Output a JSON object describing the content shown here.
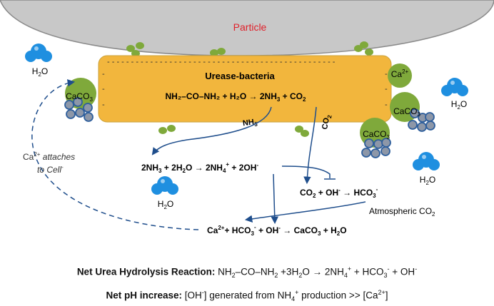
{
  "particle": {
    "label": "Particle"
  },
  "bacteria": {
    "label": "Urease-bacteria"
  },
  "main_reaction": {
    "lhs": "NH₂–CO–NH₂ + H₂O → 2NH",
    "lhs_sub": "3",
    "rhs": " + CO",
    "rhs_sub": "2"
  },
  "labels": {
    "nh3": "NH",
    "nh3_sub": "3",
    "co2": "CO",
    "co2_sub": "2",
    "h2o": "H",
    "h2o_sub": "2",
    "h2o_end": "O",
    "ca2": "Ca",
    "ca2_sup": "2+",
    "caco3": "CaCO",
    "caco3_sub": "3",
    "attach_1": "Ca",
    "attach_1_sup": "2+",
    "attach_1_end": " attaches",
    "attach_2": "to Cell",
    "attach_2_sup": "-",
    "atm": "Atmospheric CO",
    "atm_sub": "2"
  },
  "equations": {
    "eq1_a": "2NH",
    "eq1_a_sub": "3",
    "eq1_b": " + 2H",
    "eq1_b_sub": "2",
    "eq1_c": "O → 2NH",
    "eq1_c_sub": "4",
    "eq1_c_sup": "+",
    "eq1_d": " + 2OH",
    "eq1_d_sup": "-",
    "eq2_a": "CO",
    "eq2_a_sub": "2",
    "eq2_b": " + OH",
    "eq2_b_sup": "-",
    "eq2_c": " → HCO",
    "eq2_c_sub": "3",
    "eq2_c_sup": "-",
    "eq3_a": "Ca",
    "eq3_a_sup": "2+",
    "eq3_b": "+ HCO",
    "eq3_b_sub": "3",
    "eq3_b_sup": "-",
    "eq3_c": " + OH",
    "eq3_c_sup": "-",
    "eq3_d": " → CaCO",
    "eq3_d_sub": "3",
    "eq3_e": " + H",
    "eq3_e_sub": "2",
    "eq3_f": "O"
  },
  "net_urea": {
    "label": "Net Urea Hydrolysis Reaction:",
    "p1": " NH",
    "p1s": "2",
    "p2": "–CO–NH",
    "p2s": "2",
    "p3": " +3H",
    "p3s": "2",
    "p4": "O → 2NH",
    "p4s": "4",
    "p4p": "+",
    "p5": " + HCO",
    "p5s": "3",
    "p5p": "-",
    "p6": " + OH",
    "p6p": "-"
  },
  "net_ph": {
    "label": "Net pH increase:",
    "p1": " [OH",
    "p1p": "-",
    "p2": "] generated from NH",
    "p2s": "4",
    "p2p": "+",
    "p3": " production >> [Ca",
    "p3p": "2+",
    "p4": "]"
  },
  "colors": {
    "particle": "#c8c8c8",
    "bacteria": "#f2b63d",
    "bacteria_stroke": "#caa13a",
    "water": "#1f8fe0",
    "calcite_big": "#7fa93b",
    "calcite_small": "#8d97a8",
    "arrow": "#1f4e8c",
    "particle_label": "#e0202a",
    "attach_text": "#333333"
  },
  "icons": [
    "water-molecule-icon",
    "calcite-cluster-icon",
    "green-particle-icon",
    "dashed-arrow-icon",
    "reaction-arrow-icon"
  ]
}
